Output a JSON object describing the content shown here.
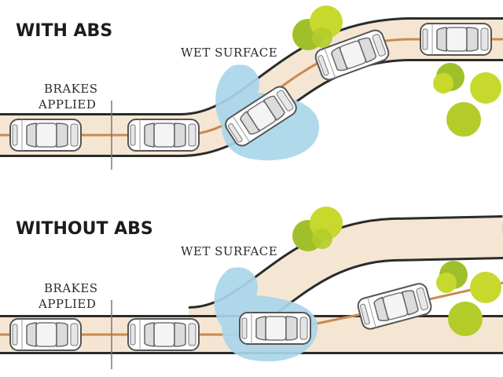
{
  "panels": [
    {
      "title": "WITH ABS",
      "brakes_label_line1": "BRAKES",
      "brakes_label_line2": "APPLIED",
      "wet_surface_label": "WET SURFACE"
    },
    {
      "title": "WITHOUT ABS",
      "brakes_label_line1": "BRAKES",
      "brakes_label_line2": "APPLIED",
      "wet_surface_label": "WET SURFACE"
    }
  ],
  "colors": {
    "road_fill": "#f5e6d3",
    "road_edge": "#2b2b2b",
    "road_center": "#c98a4e",
    "water": "#a9d6ea",
    "car_body": "#ffffff",
    "car_outline": "#555555",
    "tree_light": "#c8d92e",
    "tree_dark": "#9fc02a"
  }
}
